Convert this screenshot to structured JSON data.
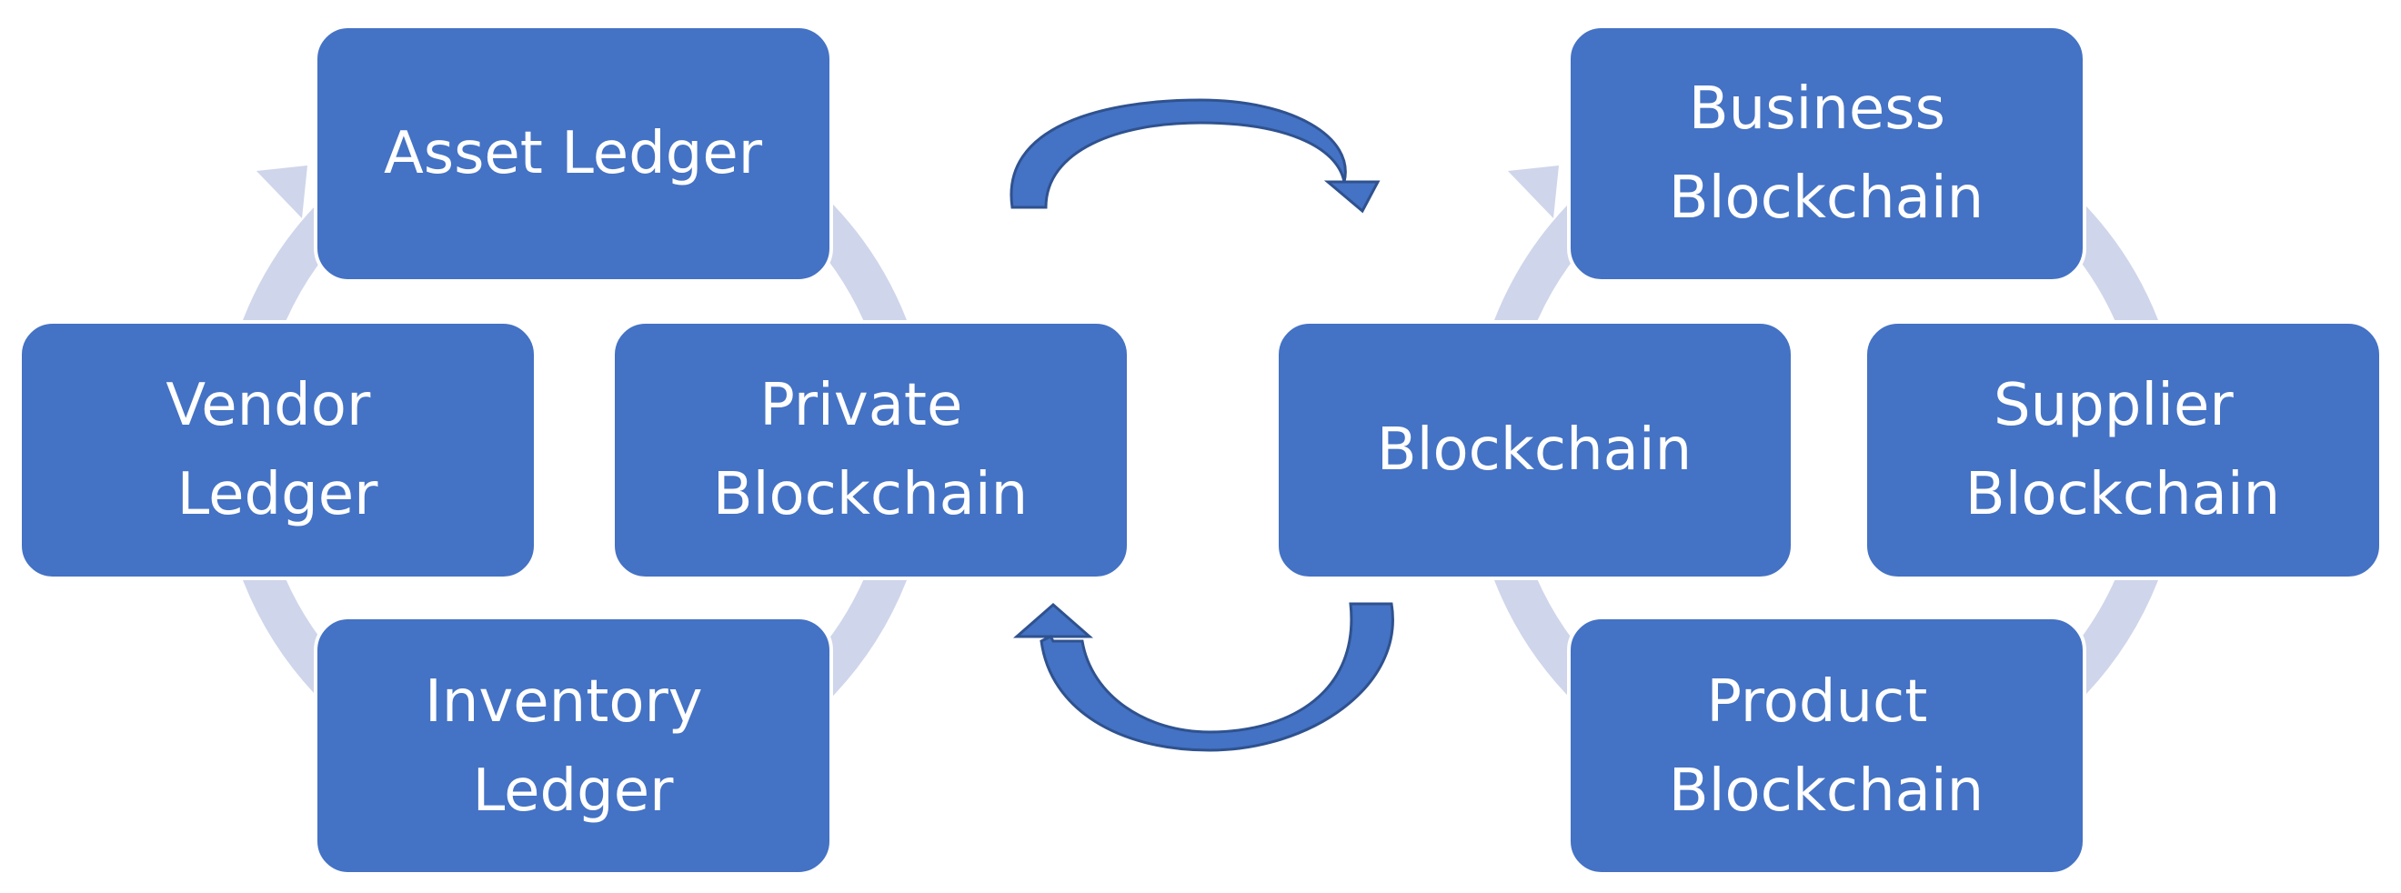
{
  "left_cycle": {
    "center": [
      "Private",
      "Blockchain"
    ],
    "top": [
      "Asset Ledger"
    ],
    "left": [
      "Vendor",
      "Ledger"
    ],
    "bottom": [
      "Inventory",
      "Ledger"
    ]
  },
  "right_cycle": {
    "center": [
      "Blockchain"
    ],
    "top": [
      "Business",
      "Blockchain"
    ],
    "right": [
      "Supplier",
      "Blockchain"
    ],
    "bottom": [
      "Product",
      "Blockchain"
    ]
  },
  "colors": {
    "box_fill": "#4472C4",
    "box_stroke": "#ffffff",
    "ring": "#CFD5EA",
    "arrow": "#4472C4",
    "arrow_outline": "#2F528F",
    "text": "#ffffff"
  }
}
